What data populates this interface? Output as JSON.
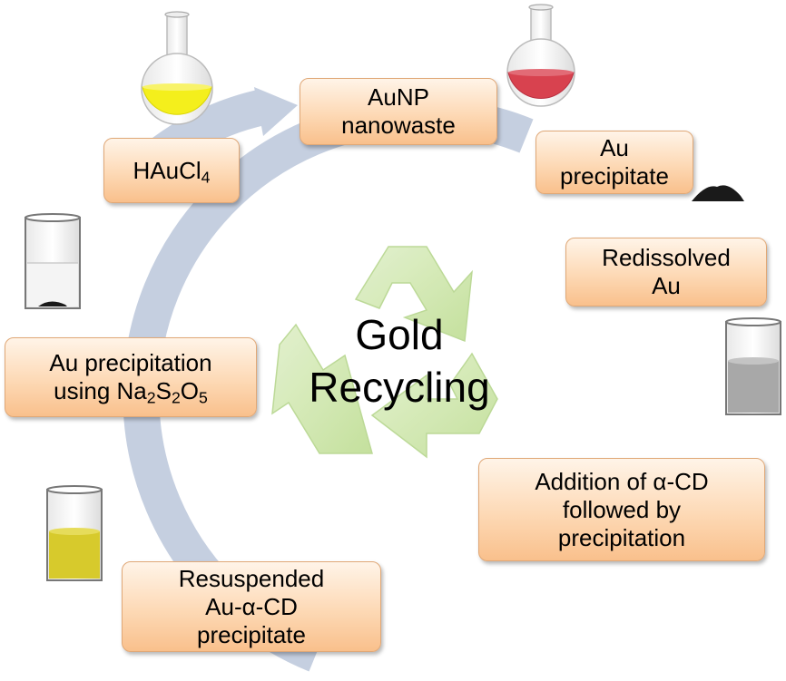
{
  "title": {
    "line1": "Gold",
    "line2": "Recycling"
  },
  "steps": {
    "aunp": {
      "line1": "AuNP",
      "line2": "nanowaste"
    },
    "au_precip": {
      "line1": "Au",
      "line2": "precipitate"
    },
    "redissolved": {
      "line1": "Redissolved",
      "line2": "Au"
    },
    "alpha_cd": {
      "line1": "Addition of α-CD",
      "line2": "followed by",
      "line3": "precipitation"
    },
    "resuspended": {
      "line1": "Resuspended",
      "line2": "Au-α-CD",
      "line3": "precipitate"
    },
    "na2s2o5": {
      "line1": "Au precipitation",
      "line2_prefix": "using Na",
      "sub1": "2",
      "mid1": "S",
      "sub2": "2",
      "mid2": "O",
      "sub3": "5"
    },
    "haucl4": {
      "base": "HAuCl",
      "sub": "4"
    }
  },
  "colors": {
    "cycle_arrow": "#c5cfe0",
    "recycle_symbol": "#cfe6a8",
    "box_border": "#e0a877",
    "box_fill": "#fdd9b5",
    "yellow_solution": "#f4ef1c",
    "red_solution": "#d8424f",
    "gray_solution": "#a8a8a8",
    "gold_solution": "#d7ca2c",
    "precipitate": "#1a1a1a"
  },
  "icons": [
    "round-flask-yellow-icon",
    "round-flask-red-icon",
    "precipitate-pile-icon",
    "beaker-gray-icon",
    "beaker-yellow-icon",
    "beaker-precipitate-icon",
    "recycle-symbol-icon",
    "cycle-arrow-icon"
  ]
}
